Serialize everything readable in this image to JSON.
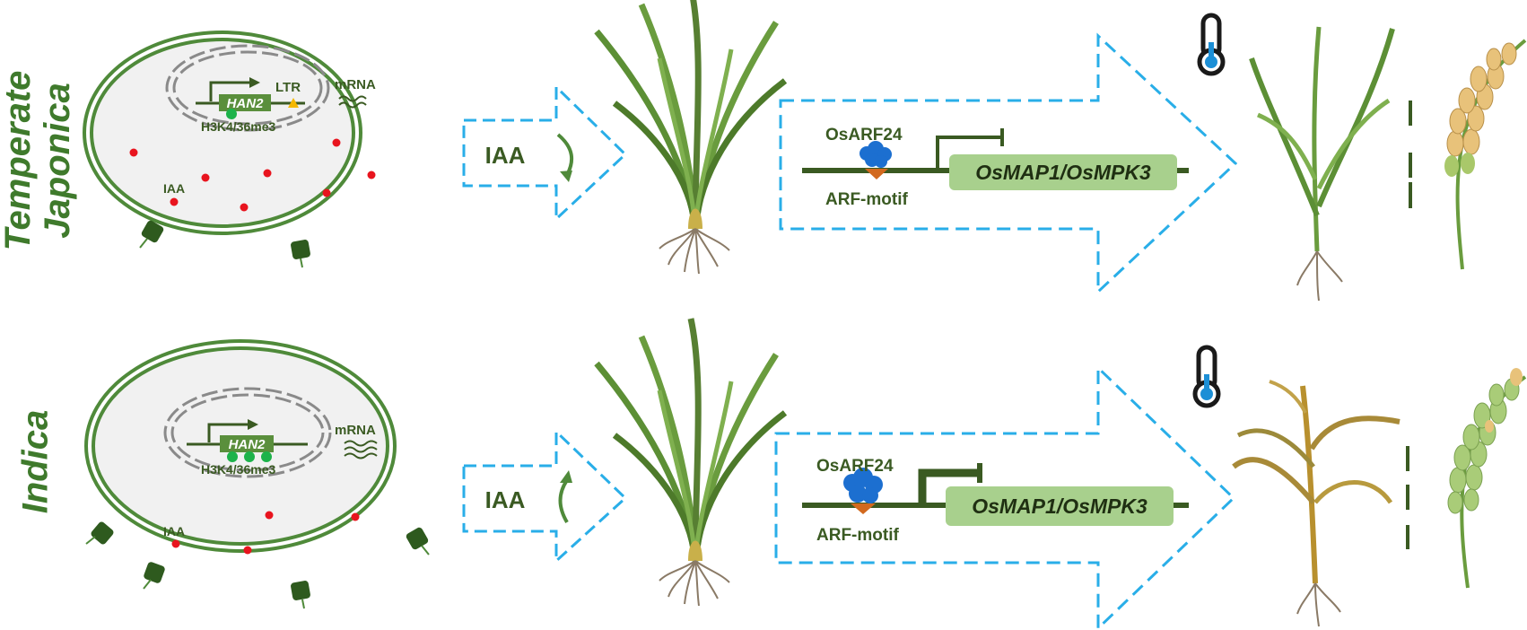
{
  "rows": [
    {
      "name": "temperate-japonica",
      "label_line1": "Temperate",
      "label_line2": "Japonica",
      "gene": "HAN2",
      "ltr": "LTR",
      "histone": "H3K4/36me3",
      "mrna": "mRNA",
      "iaa_cell": "IAA",
      "iaa_arrow": "IAA",
      "tf": "OsARF24",
      "motif": "ARF-motif",
      "target": "OsMAP1/OsMPK3"
    },
    {
      "name": "indica",
      "label_line1": "Indica",
      "gene": "HAN2",
      "histone": "H3K4/36me3",
      "mrna": "mRNA",
      "iaa_cell": "IAA",
      "iaa_arrow": "IAA",
      "tf": "OsARF24",
      "motif": "ARF-motif",
      "target": "OsMAP1/OsMPK3"
    }
  ],
  "colors": {
    "dark_green": "#3a5a22",
    "label_green": "#3f7a2c",
    "membrane_green": "#4f8a3a",
    "gene_box": "#5a8f3c",
    "target_box": "#a8d08d",
    "arrow_blue": "#29aee8",
    "iaa_dot": "#e8141e",
    "methyl_dot": "#1db34a",
    "arf_protein": "#1c6fd0",
    "arf_motif": "#d2691e",
    "ltr_triangle": "#f5b800"
  }
}
